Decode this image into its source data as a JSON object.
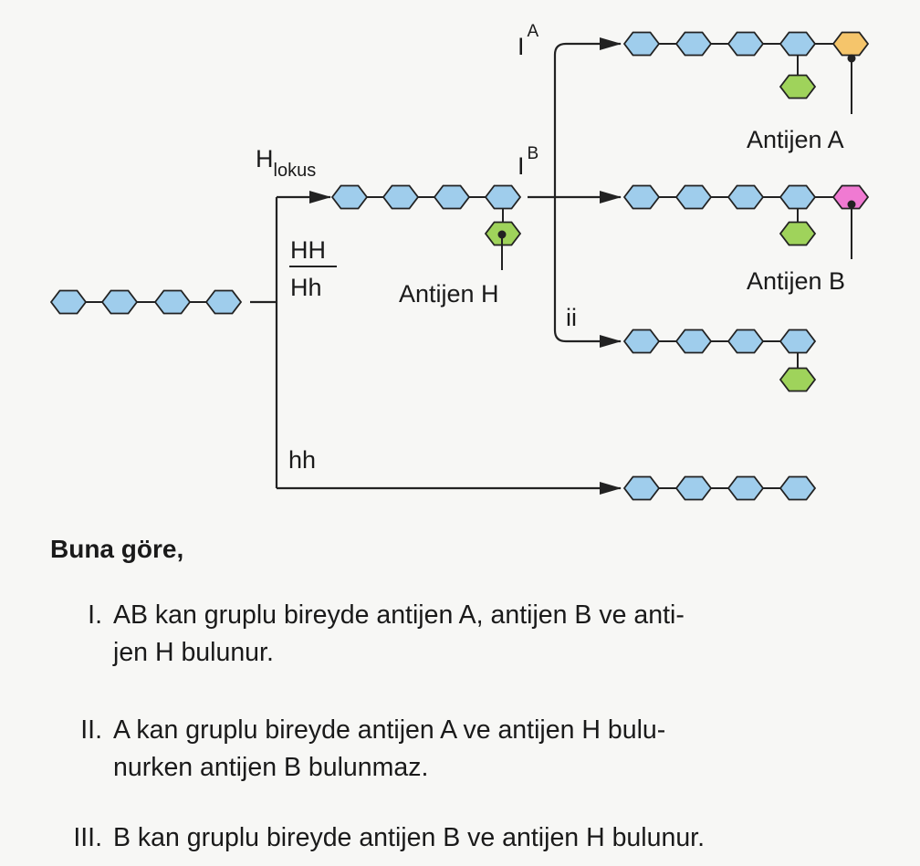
{
  "diagram": {
    "colors": {
      "sugar_blue": "#9fcdec",
      "antigen_h_green": "#9fd35b",
      "antigen_a_orange": "#f5c56b",
      "antigen_b_pink": "#f07ad2",
      "line": "#222222"
    },
    "labels": {
      "h_locus_main": "H",
      "h_locus_sub": "lokus",
      "genotype_dominant_top": "HH",
      "genotype_dominant_bottom": "Hh",
      "genotype_recessive": "hh",
      "antigen_h": "Antijen H",
      "allele_a_base": "I",
      "allele_a_sup": "A",
      "allele_b_base": "I",
      "allele_b_sup": "B",
      "allele_o": "ii",
      "antigen_a": "Antijen A",
      "antigen_b": "Antijen B"
    }
  },
  "question": {
    "prompt": "Buna göre,",
    "statements": [
      {
        "number": "I.",
        "line1": "AB kan gruplu bireyde antijen A, antijen B ve anti-",
        "line2": "jen H bulunur."
      },
      {
        "number": "II.",
        "line1": "A kan gruplu bireyde antijen A ve antijen H bulu-",
        "line2": "nurken antijen B bulunmaz."
      },
      {
        "number": "III.",
        "line1": "B kan gruplu bireyde antijen B ve antijen H bulunur.",
        "line2": ""
      }
    ]
  }
}
